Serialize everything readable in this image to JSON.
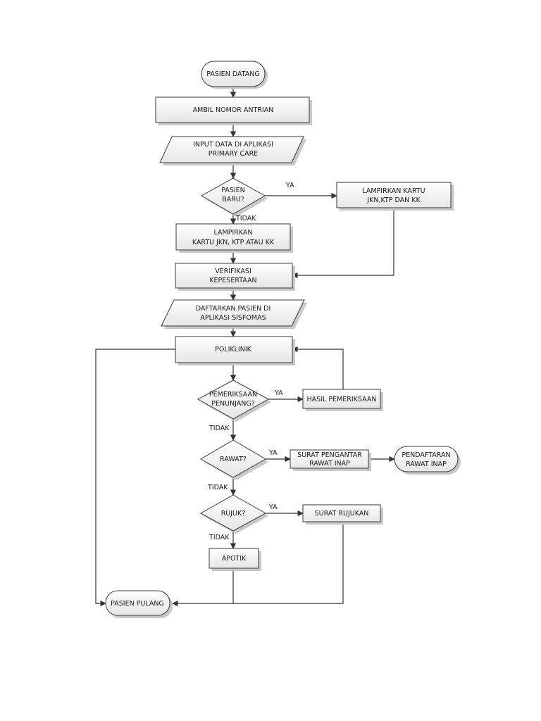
{
  "nodes": {
    "start": {
      "lines": [
        "PASIEN DATANG"
      ]
    },
    "queue": {
      "lines": [
        "AMBIL NOMOR ANTRIAN"
      ]
    },
    "input_primary": {
      "lines": [
        "INPUT DATA DI APLIKASI",
        "PRIMARY CARE"
      ]
    },
    "new_patient": {
      "lines": [
        "PASIEN",
        "BARU?"
      ]
    },
    "attach_card_new": {
      "lines": [
        "LAMPIRKAN KARTU",
        "JKN,KTP DAN KK"
      ]
    },
    "attach_card_old": {
      "lines": [
        "LAMPIRKAN",
        "KARTU JKN, KTP ATAU KK"
      ]
    },
    "verify": {
      "lines": [
        "VERIFIKASI",
        "KEPESERTAAN"
      ]
    },
    "register_sisfomas": {
      "lines": [
        "DAFTARKAN PASIEN DI",
        "APLIKASI SISFOMAS"
      ]
    },
    "clinic": {
      "lines": [
        "POLIKLINIK"
      ]
    },
    "support_exam": {
      "lines": [
        "PEMERIKSAAN",
        "PENUNJANG?"
      ]
    },
    "exam_result": {
      "lines": [
        "HASIL PEMERIKSAAN"
      ]
    },
    "inpatient": {
      "lines": [
        "RAWAT?"
      ]
    },
    "inpatient_letter": {
      "lines": [
        "SURAT PENGANTAR",
        "RAWAT INAP"
      ]
    },
    "inpatient_register": {
      "lines": [
        "PENDAFTARAN",
        "RAWAT INAP"
      ]
    },
    "referral": {
      "lines": [
        "RUJUK?"
      ]
    },
    "referral_letter": {
      "lines": [
        "SURAT RUJUKAN"
      ]
    },
    "pharmacy": {
      "lines": [
        "APOTIK"
      ]
    },
    "end": {
      "lines": [
        "PASIEN PULANG"
      ]
    }
  },
  "edge_labels": {
    "new_yes": "YA",
    "new_no": "TIDAK",
    "support_yes": "YA",
    "support_no": "TIDAK",
    "inpatient_yes": "YA",
    "inpatient_no": "TIDAK",
    "referral_yes": "YA",
    "referral_no": "TIDAK"
  }
}
